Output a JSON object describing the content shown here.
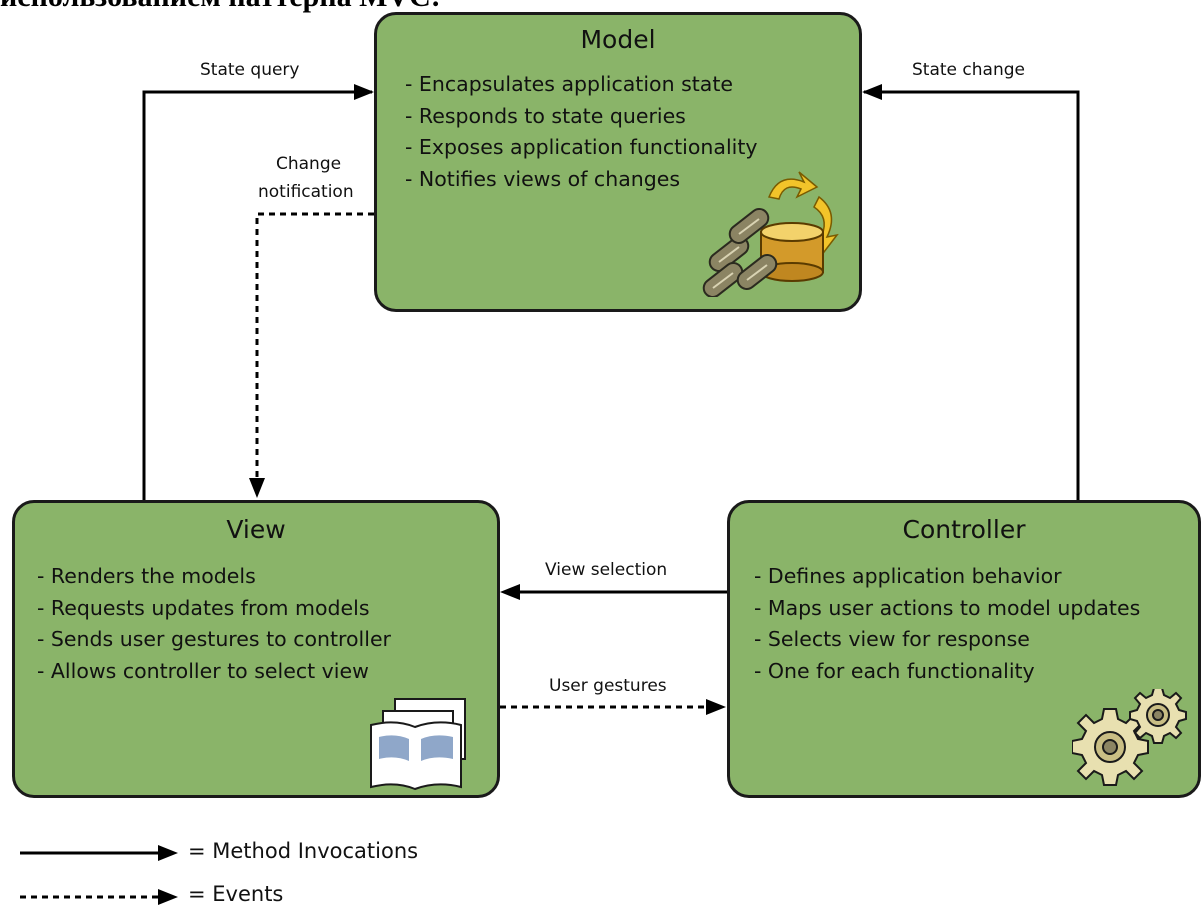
{
  "caption": "использованием паттерна MVC:",
  "model": {
    "title": "Model",
    "items": [
      "- Encapsulates application state",
      "- Responds to state queries",
      "- Exposes application functionality",
      "- Notifies views of changes"
    ],
    "icon": "database-chain-icon"
  },
  "view": {
    "title": "View",
    "items": [
      "- Renders the models",
      "- Requests updates from models",
      "- Sends user gestures to controller",
      "- Allows controller to select view"
    ],
    "icon": "pages-icon"
  },
  "controller": {
    "title": "Controller",
    "items": [
      "- Defines application behavior",
      "- Maps user actions to model updates",
      "- Selects view for response",
      "- One for each functionality"
    ],
    "icon": "gears-icon"
  },
  "labels": {
    "state_query": "State query",
    "state_change": "State change",
    "change_notification_line1": "Change",
    "change_notification_line2": "notification",
    "view_selection": "View selection",
    "user_gestures": "User gestures"
  },
  "legend": {
    "method_invocations": "= Method Invocations",
    "events": "= Events"
  },
  "colors": {
    "box_fill": "#8ab469",
    "box_border": "#1a1a1a"
  }
}
